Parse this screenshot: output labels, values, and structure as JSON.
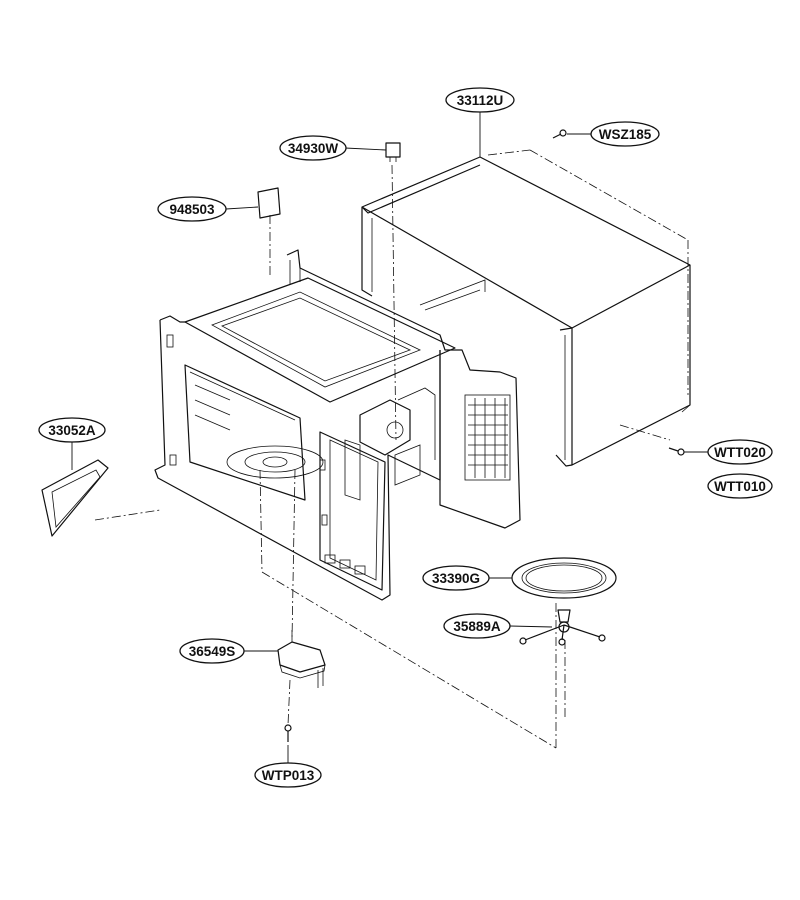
{
  "labels": {
    "case": "33112U",
    "screw_top": "WSZ185",
    "switch": "34930W",
    "cover_pad": "948503",
    "plate": "33052A",
    "screw_side_1": "WTT020",
    "screw_side_2": "WTT010",
    "tray": "33390G",
    "roller": "35889A",
    "motor": "36549S",
    "screw_motor": "WTP013"
  },
  "colors": {
    "line": "#111111",
    "background": "#ffffff",
    "label_fill": "#ffffff"
  }
}
